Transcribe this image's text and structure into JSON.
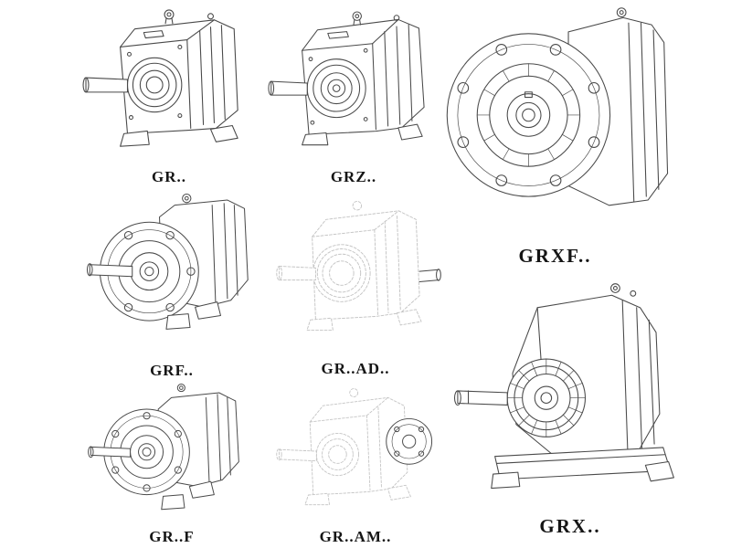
{
  "page": {
    "background": "#ffffff",
    "line_color": "#4a4a4a",
    "ghost_line_color": "#c4c4c4",
    "label_color": "#151515"
  },
  "catalog": {
    "description": "helical gear reducer series line drawings",
    "items": [
      {
        "id": "gr",
        "label": "GR..",
        "style": "solid",
        "mounting": "foot"
      },
      {
        "id": "grz",
        "label": "GRZ..",
        "style": "solid",
        "mounting": "foot"
      },
      {
        "id": "grxf",
        "label": "GRXF..",
        "style": "solid",
        "mounting": "flange"
      },
      {
        "id": "grf",
        "label": "GRF..",
        "style": "solid",
        "mounting": "flange"
      },
      {
        "id": "grad",
        "label": "GR..AD..",
        "style": "ghost",
        "mounting": "foot-adapter"
      },
      {
        "id": "grff",
        "label": "GR..F",
        "style": "solid",
        "mounting": "foot-flange"
      },
      {
        "id": "gram",
        "label": "GR..AM..",
        "style": "ghost",
        "mounting": "foot-motor-flange"
      },
      {
        "id": "grx",
        "label": "GRX..",
        "style": "solid",
        "mounting": "foot"
      }
    ]
  }
}
